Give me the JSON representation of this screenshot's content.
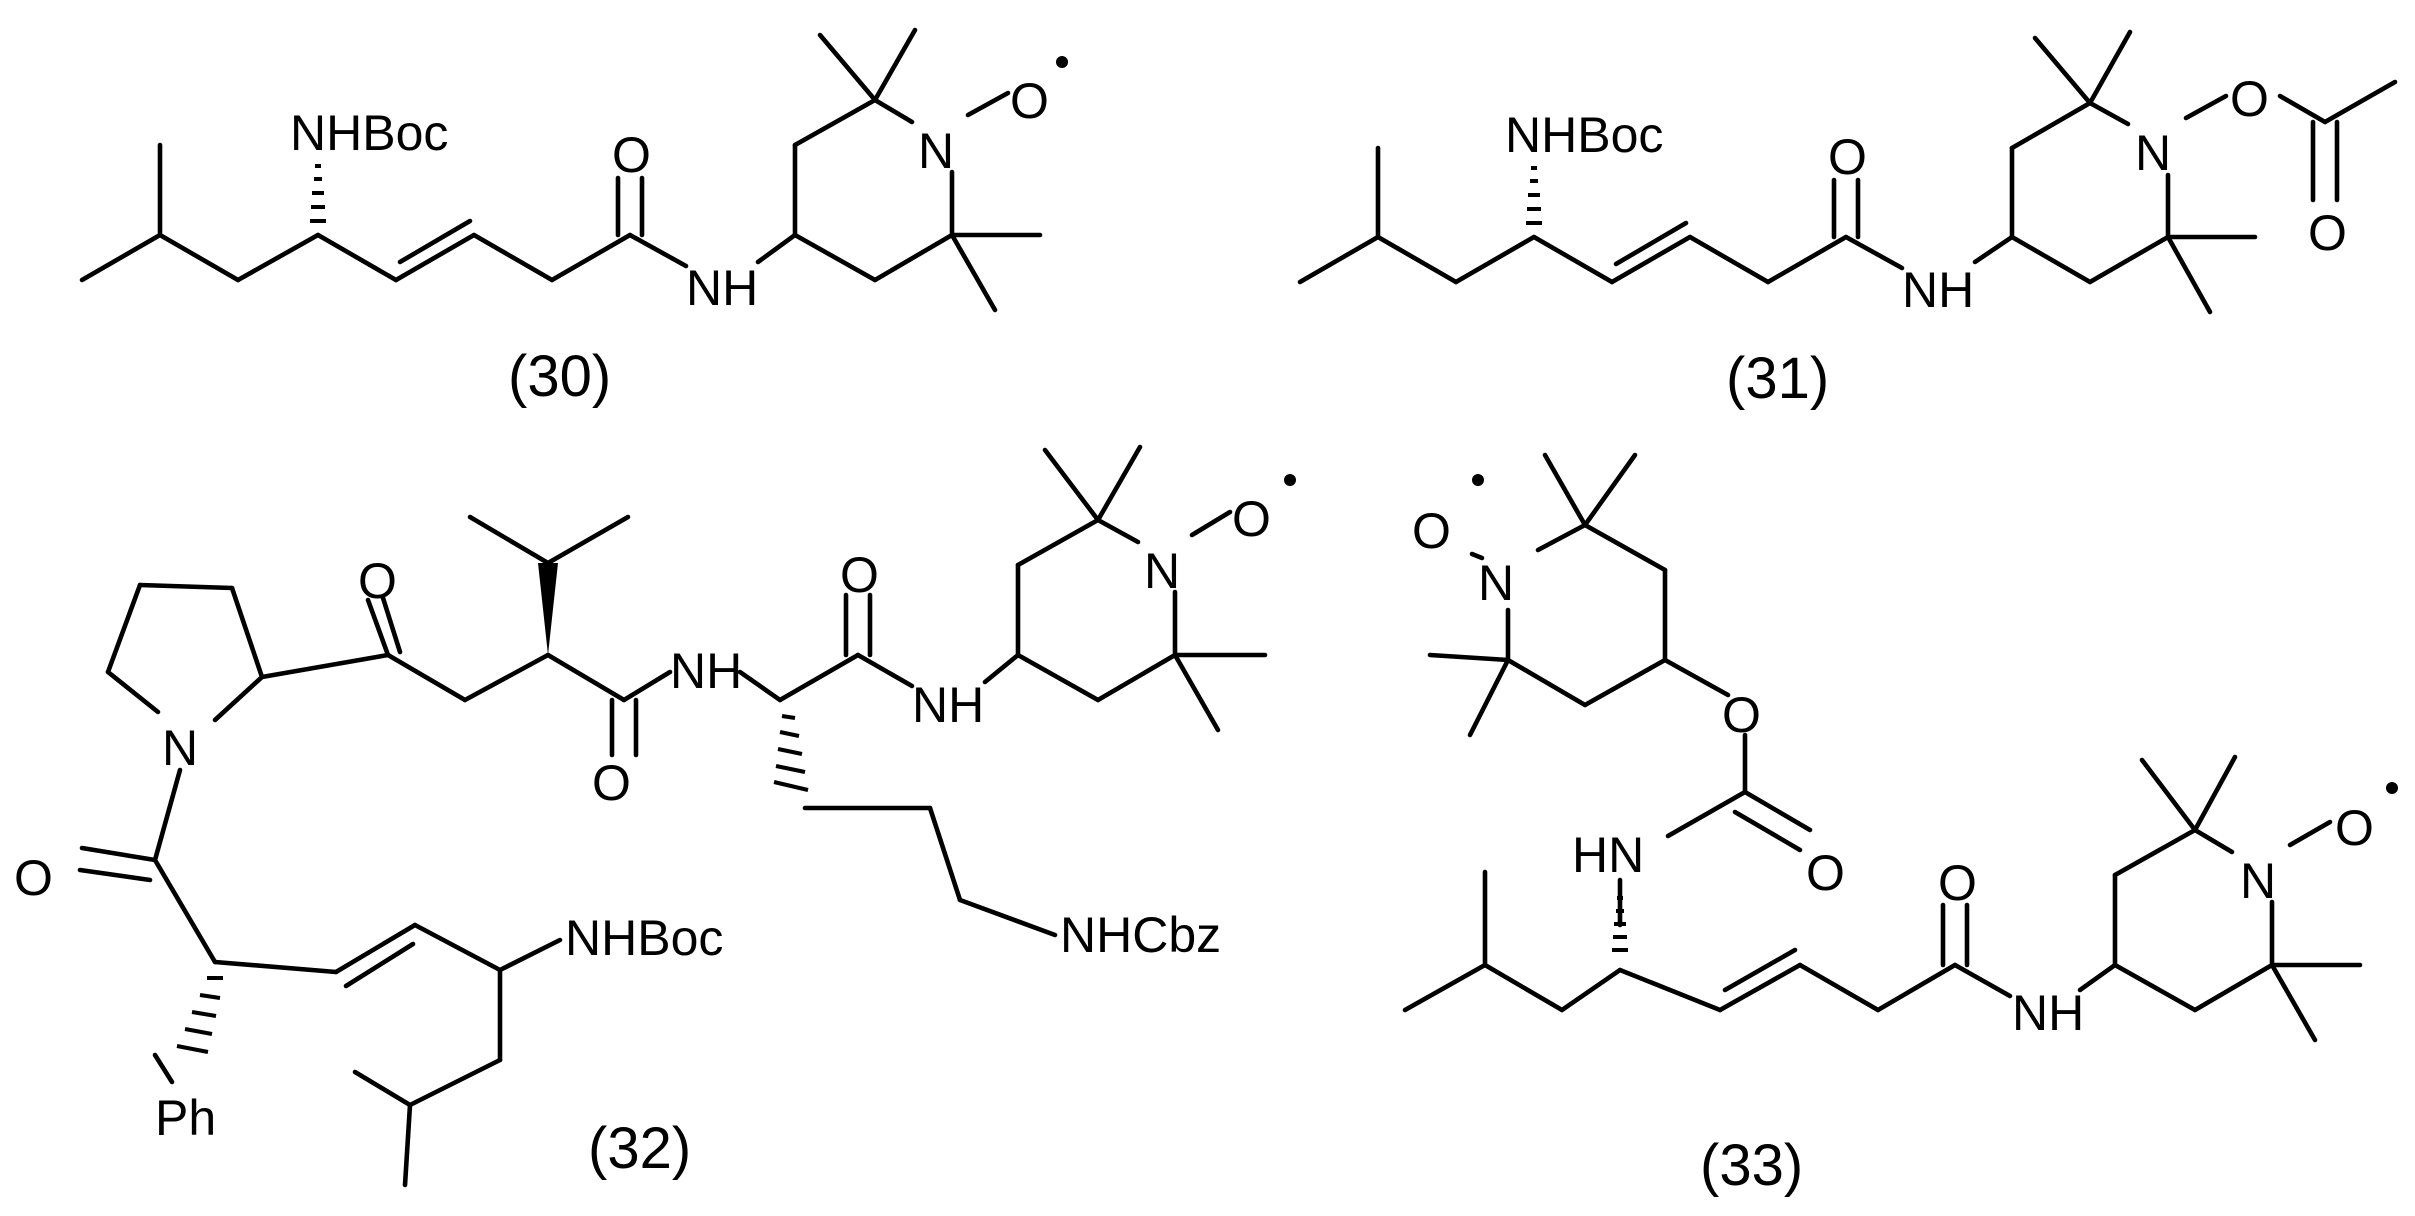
{
  "compounds": [
    {
      "caption": "(30)",
      "labels": {
        "nhboc": "NHBoc",
        "o_carbonyl": "O",
        "nh": "NH",
        "n": "N",
        "o_radical": "O"
      }
    },
    {
      "caption": "(31)",
      "labels": {
        "nhboc": "NHBoc",
        "o_carbonyl": "O",
        "nh": "NH",
        "n": "N",
        "o_link": "O",
        "o_acetyl": "O"
      }
    },
    {
      "caption": "(32)",
      "labels": {
        "n_ring": "N",
        "o_ketone": "O",
        "nh_1": "NH",
        "o_amide_1": "O",
        "o_amide_2": "O",
        "nh_2": "NH",
        "n_tempo": "N",
        "o_radical": "O",
        "o_acyl": "O",
        "nhboc": "NHBoc",
        "nhcbz": "NHCbz",
        "ph": "Ph"
      }
    },
    {
      "caption": "(33)",
      "labels": {
        "o_radical_top": "O",
        "n_top": "N",
        "o_ester": "O",
        "hn": "HN",
        "o_carbamate": "O",
        "o_carbonyl": "O",
        "nh": "NH",
        "n": "N",
        "o_radical": "O"
      }
    }
  ]
}
